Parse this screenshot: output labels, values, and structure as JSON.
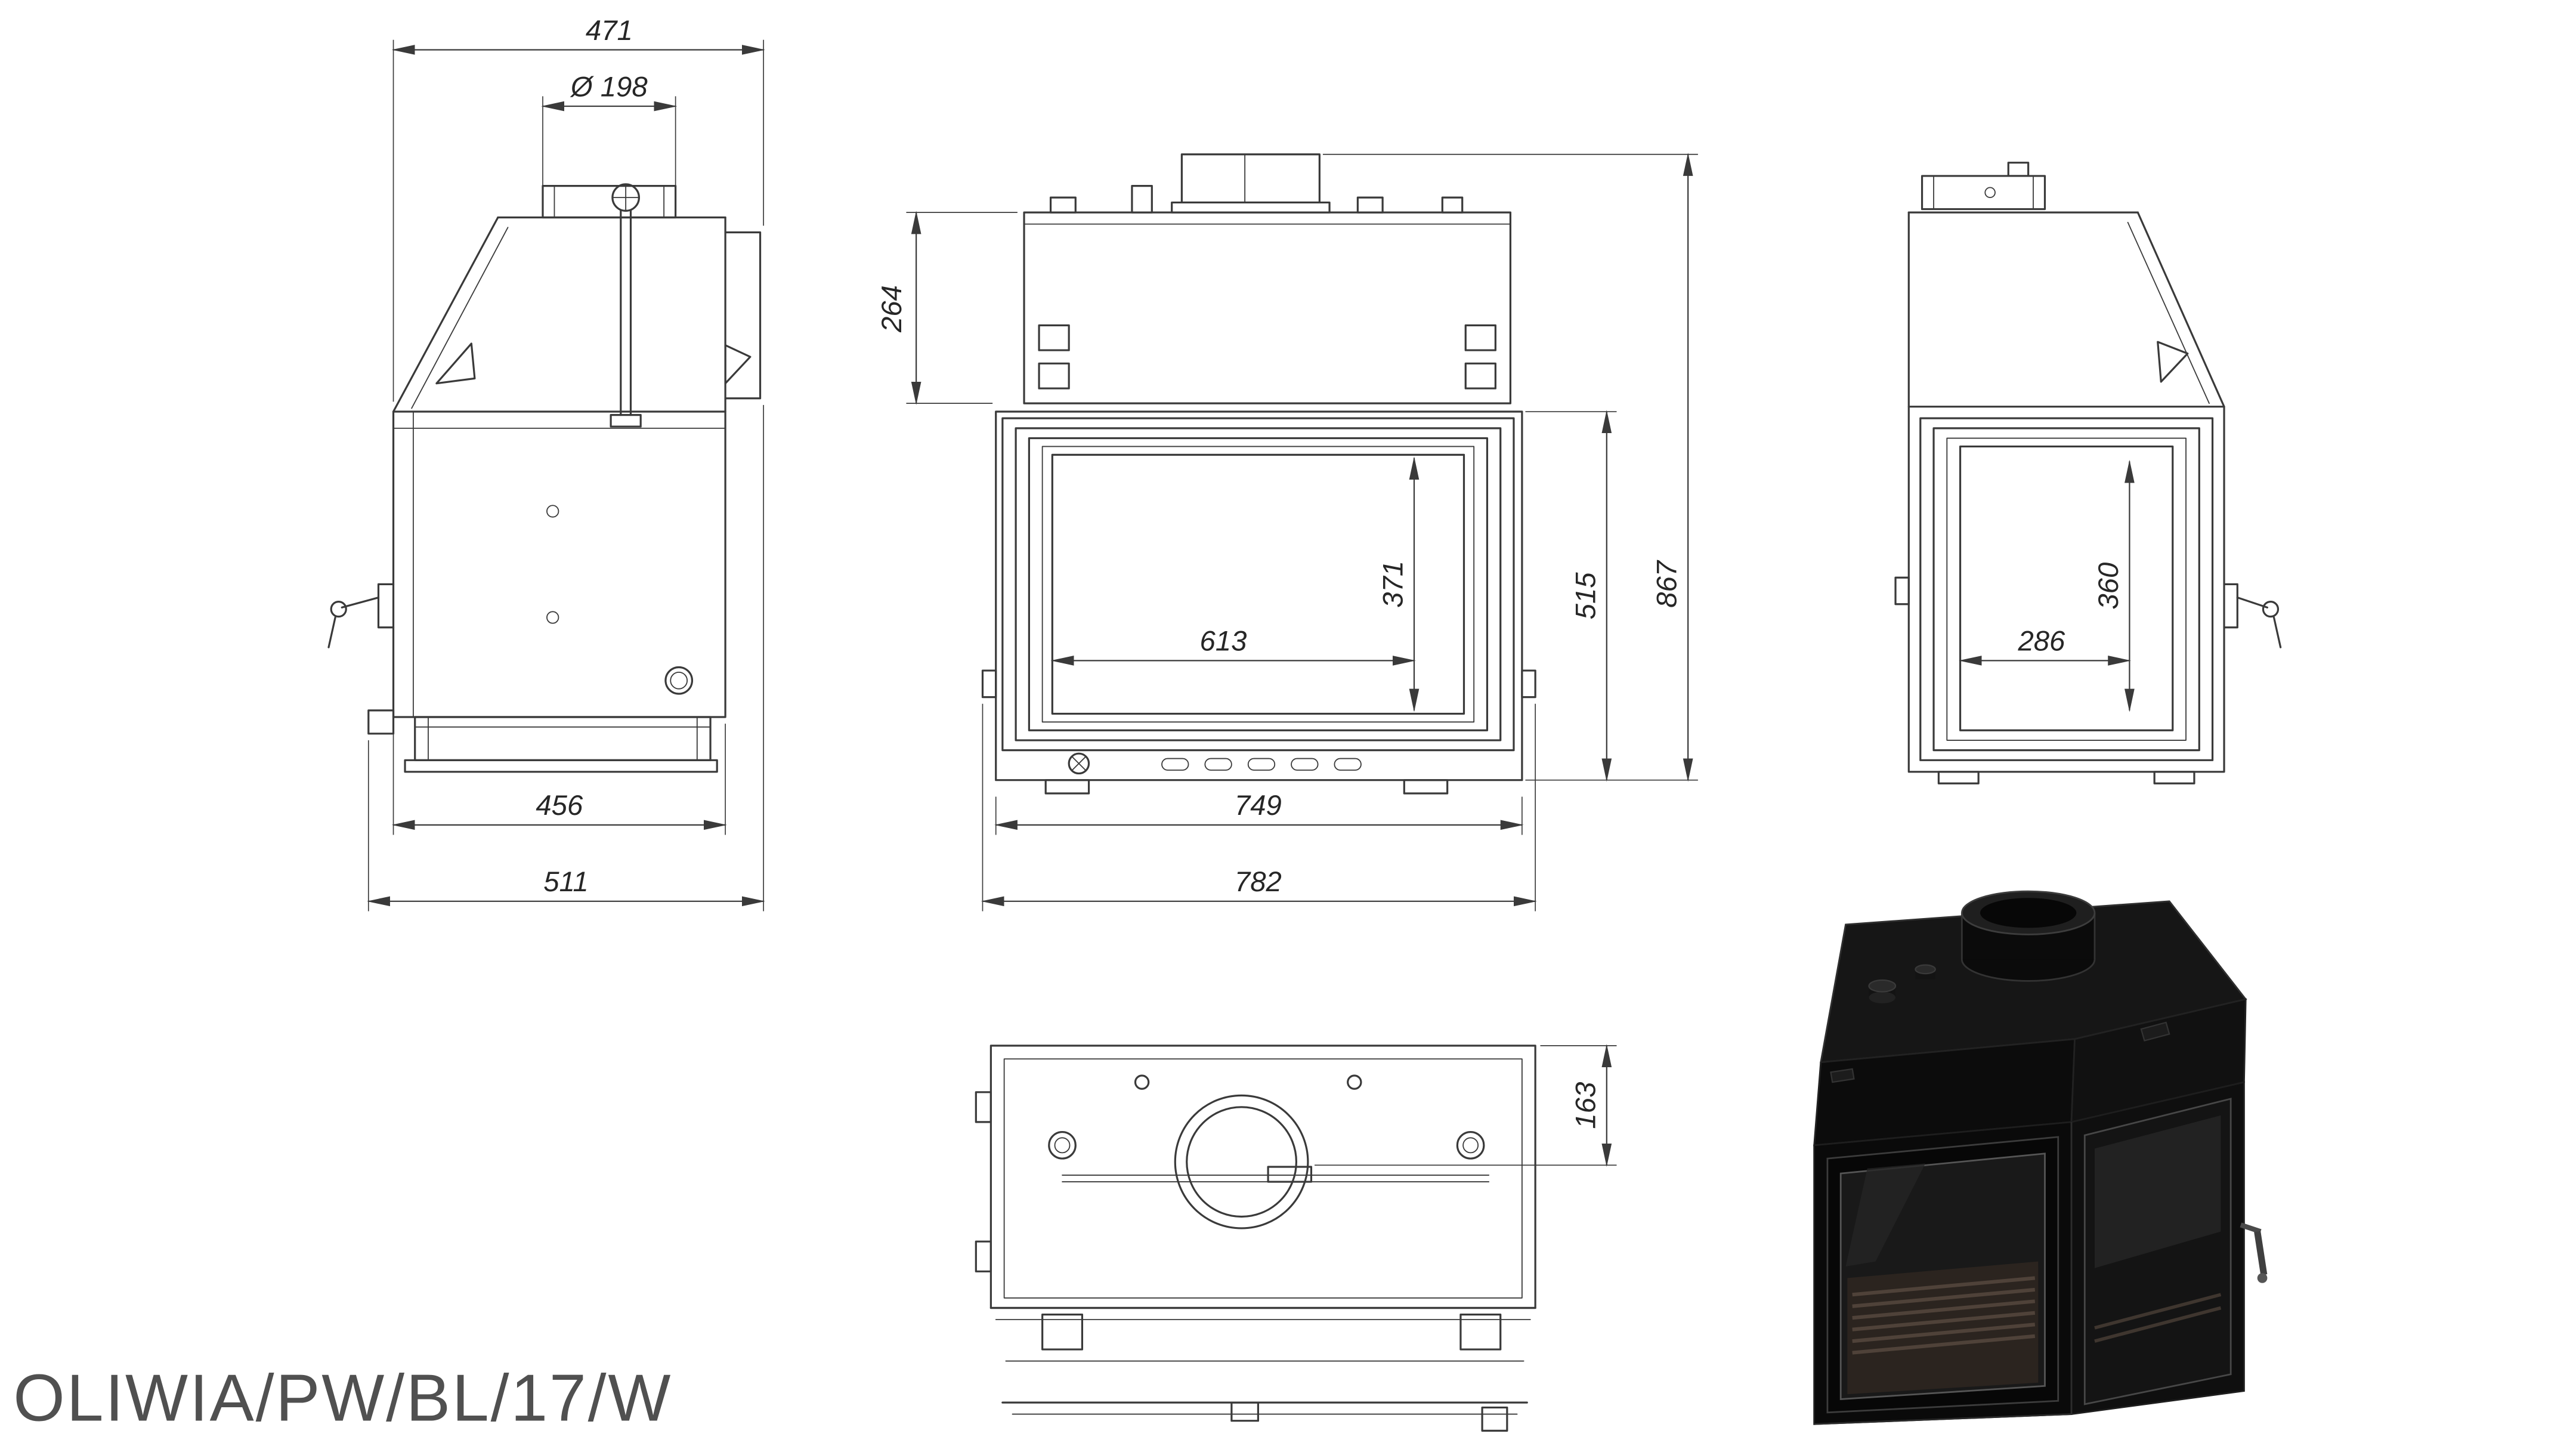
{
  "model_label": "OLIWIA/PW/BL/17/W",
  "colors": {
    "line": "#3a3a3a",
    "dimension_text": "#262626",
    "label_text": "#505050",
    "render_body": "#0e0e0e"
  },
  "views": {
    "side_left": {
      "dims": {
        "top_depth": "471",
        "flue_diameter": "Ø 198",
        "base_depth": "456",
        "overall_depth": "511"
      }
    },
    "front": {
      "dims": {
        "upper_section_height": "264",
        "glass_width": "613",
        "glass_height": "371",
        "firebox_height": "515",
        "overall_height": "867",
        "body_width": "749",
        "overall_width": "782"
      }
    },
    "side_right": {
      "dims": {
        "side_glass_width": "286",
        "side_glass_height": "360"
      }
    },
    "top": {
      "dims": {
        "flue_center_offset": "163"
      }
    }
  }
}
